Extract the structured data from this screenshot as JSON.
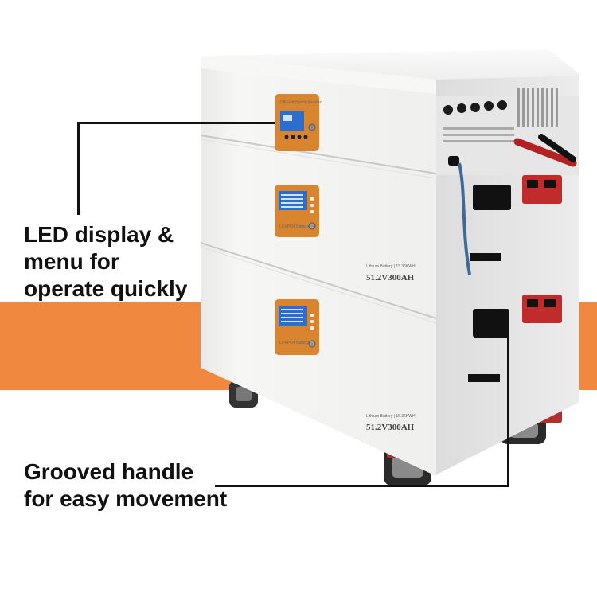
{
  "callouts": {
    "display": {
      "lines": [
        "LED display &",
        "menu for",
        "operate quickly"
      ]
    },
    "handle": {
      "lines": [
        "Grooved handle",
        "for easy movement"
      ]
    }
  },
  "product": {
    "inverter_label": "Off-Grid Hybrid Inverter",
    "module_brand": "LiFePO4 Battery",
    "module_spec_small": "Lithium Battery | 15.36KWH",
    "module_spec": "51.2V300AH"
  },
  "colors": {
    "accent": "#f0893f",
    "panel_orange": "#d9842f",
    "lcd_blue": "#2a6fd0",
    "cabinet_white": "#f2f2f0"
  }
}
